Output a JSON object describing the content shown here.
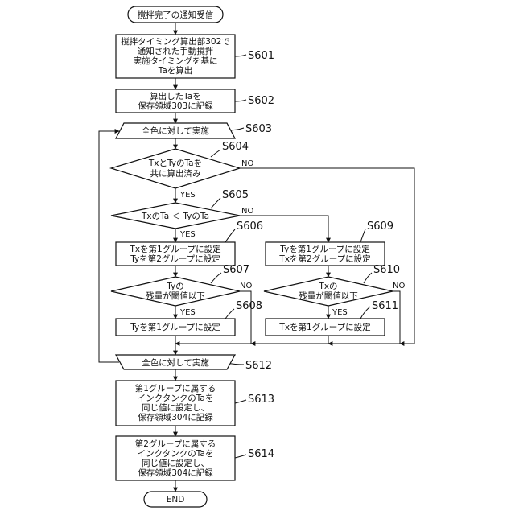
{
  "nodes": {
    "start": "撹拌完了の通知受信",
    "s601": [
      "撹拌タイミング算出部302で",
      "通知された手動撹拌",
      "実施タイミングを基に",
      "Taを算出"
    ],
    "s602": [
      "算出したTaを",
      "保存領域303に記録"
    ],
    "s603": "全色に対して実施",
    "s604": [
      "TxとTyのTaを",
      "共に算出済み"
    ],
    "s605": "TxのTa ＜ TyのTa",
    "s606": [
      "Txを第1グループに設定",
      "Tyを第2グループに設定"
    ],
    "s607": [
      "Tyの",
      "残量が閾値以下"
    ],
    "s608": "Tyを第1グループに設定",
    "s609": [
      "Tyを第1グループに設定",
      "Txを第2グループに設定"
    ],
    "s610": [
      "Txの",
      "残量が閾値以下"
    ],
    "s611": "Txを第1グループに設定",
    "s612": "全色に対して実施",
    "s613": [
      "第1グループに属する",
      "インクタンクのTaを",
      "同じ値に設定し、",
      "保存領域304に記録"
    ],
    "s614": [
      "第2グループに属する",
      "インクタンクのTaを",
      "同じ値に設定し、",
      "保存領域304に記録"
    ],
    "end": "END"
  },
  "labels": {
    "s601": "S601",
    "s602": "S602",
    "s603": "S603",
    "s604": "S604",
    "s605": "S605",
    "s606": "S606",
    "s607": "S607",
    "s608": "S608",
    "s609": "S609",
    "s610": "S610",
    "s611": "S611",
    "s612": "S612",
    "s613": "S613",
    "s614": "S614"
  },
  "branches": {
    "yes": "YES",
    "no": "NO"
  }
}
